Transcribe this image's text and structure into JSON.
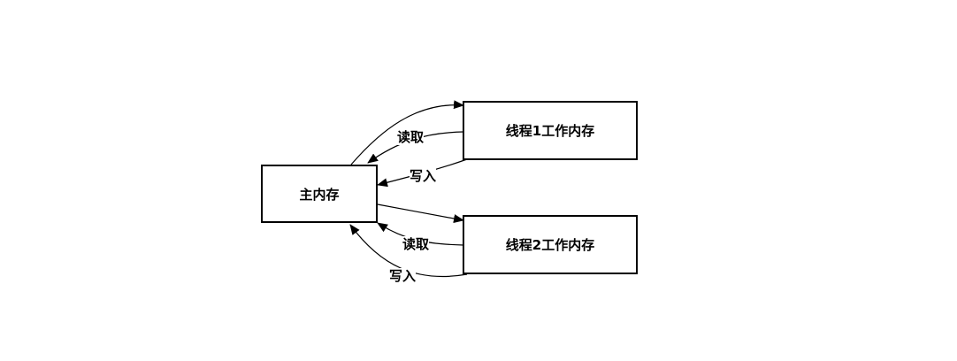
{
  "diagram": {
    "title": "Java memory model: main memory and thread working memory",
    "nodes": [
      {
        "id": "main",
        "label": "主内存"
      },
      {
        "id": "t1",
        "label": "线程1工作内存"
      },
      {
        "id": "t2",
        "label": "线程2工作内存"
      }
    ],
    "edges": [
      {
        "from": "main",
        "to": "t1",
        "label": ""
      },
      {
        "from": "t1",
        "to": "main",
        "label": "读取"
      },
      {
        "from": "t1",
        "to": "main",
        "label": "写入"
      },
      {
        "from": "main",
        "to": "t2",
        "label": ""
      },
      {
        "from": "t2",
        "to": "main",
        "label": "读取"
      },
      {
        "from": "t2",
        "to": "main",
        "label": "写入"
      }
    ],
    "colors": {
      "stroke": "#000000",
      "fill": "#ffffff"
    }
  }
}
